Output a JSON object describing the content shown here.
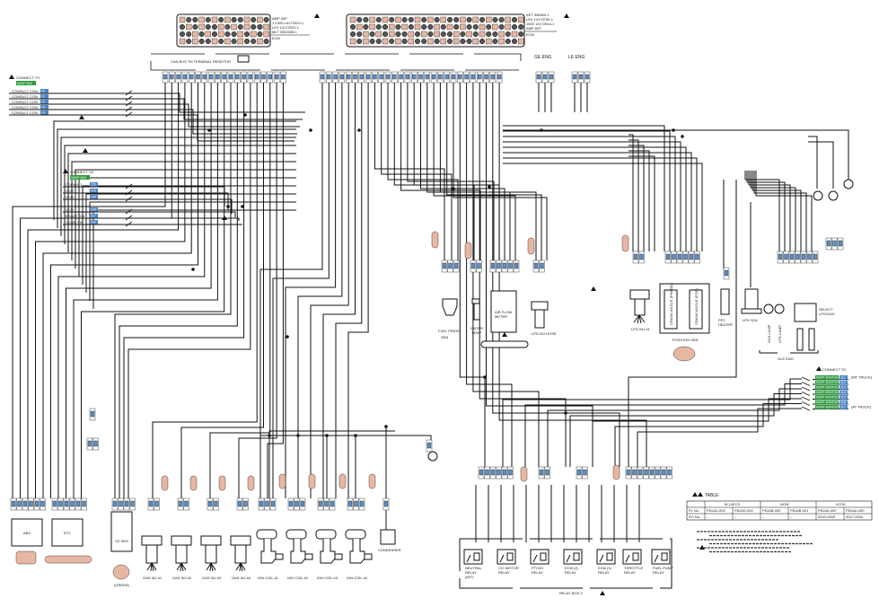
{
  "connectors_top": {
    "left_ecm": {
      "lines": [
        "AMP 40P",
        "1-1000-14172022-1",
        "LEV 14172022-1",
        "MLT 3302308-1"
      ],
      "label": "ECM"
    },
    "right_ecm": {
      "lines": [
        "KET 336800-1",
        "LEV 14170755-1",
        "1600 14172844-1",
        "AMP 81P"
      ],
      "label": "ECM"
    },
    "harness_label": "CAN BUS TM TERMINAL RESISTOR",
    "ge_eng": "GE ENG",
    "le_eng": "LE ENG"
  },
  "left_groups": [
    {
      "connect_to": "CONNECT TO",
      "badge": "M30P-B30",
      "items": [
        {
          "label": "CONSULT CON",
          "pin": "10"
        },
        {
          "label": "CONSULT CON",
          "pin": "11"
        },
        {
          "label": "CONSULT CON",
          "pin": "12"
        },
        {
          "label": "CONSULT CON",
          "pin": "13"
        },
        {
          "label": "CONSULT CON",
          "pin": "14"
        }
      ]
    },
    {
      "connect_to": "CONNECT TO",
      "badge": "M30P-B30",
      "items": [
        {
          "label": "CDOW/41",
          "pin": "120"
        },
        {
          "label": "VCM",
          "pin": "118"
        },
        {
          "label": "VCM",
          "pin": "150"
        },
        {
          "label": "VCM",
          "pin": "124"
        },
        {
          "label": "BRAKE SW",
          "pin": "117"
        },
        {
          "label": "COMB SW",
          "pin": "141"
        }
      ]
    }
  ],
  "right_group": {
    "header": "CONNECT TO",
    "items": [
      {
        "badge": "M30P-B30/F30",
        "pin": "111",
        "note": "(MT TRUCK)"
      },
      {
        "badge": "M30P-B30/F30",
        "pin": "112",
        "note": ""
      },
      {
        "badge": "M30P-B30/F30",
        "pin": "113",
        "note": ""
      },
      {
        "badge": "M30P-B30/F30",
        "pin": "114",
        "note": ""
      },
      {
        "badge": "M30P-B30/F30",
        "pin": "115",
        "note": ""
      },
      {
        "badge": "M30P-B30/F30",
        "pin": "116",
        "note": ""
      },
      {
        "badge": "M30P-B30/F30",
        "pin": "117",
        "note": "(AT TRUCK)"
      }
    ]
  },
  "sensors": {
    "fuel_press": [
      "FUEL PRESS",
      "SEN"
    ],
    "water_temp": [
      "WATER",
      "TEMP"
    ],
    "air_flow": [
      "AIR FLOW",
      "METER"
    ],
    "lpg_inj_hose": "LPG INJ HOSE",
    "lpg_inj": "LPG INJ #1",
    "crank_angle_1": "CRANK ANGLE (PHASE)",
    "crank_angle_2": "CRANK ANGLE (POS)",
    "position_sen": "POSITION SEN",
    "pfc_heater": [
      "PFC",
      "HEATER"
    ],
    "lpg_sol": "LPG SOL",
    "gas_lamp": "GAS LAMP",
    "lpg_lamp": "LPG LAMP",
    "select_lpg_gas": [
      "SELECT",
      "LPG/GAS"
    ],
    "gle_eng": "GLE ENG"
  },
  "bottom": {
    "abs": "ABS",
    "etc": "ETC",
    "o2_sen": "O2 SEN",
    "o2_conn": "(GREEN)",
    "injectors": [
      "GAS INJ #1",
      "GAS INJ #2",
      "GAS INJ #3",
      "GAS INJ #4"
    ],
    "coils": [
      "IGN COIL #1",
      "IGN COIL #2",
      "IGN COIL #3",
      "IGN COIL #4"
    ],
    "condenser": "CONDENSER"
  },
  "relays": {
    "items": [
      [
        "NEUTRAL",
        "RELAY",
        "(M/T)"
      ],
      [
        "CIC MOTOR",
        "RELAY"
      ],
      [
        "PTC/IH",
        "RELAY"
      ],
      [
        "ECM (2)",
        "RELAY"
      ],
      [
        "ECM (1)",
        "RELAY"
      ],
      [
        "THROTTLE",
        "RELAY"
      ],
      [
        "FUEL PUMP",
        "RELAY"
      ]
    ],
    "box_label": "RELAY BOX 2"
  },
  "table": {
    "title": "TABLE",
    "groups": [
      "M-14ECS",
      "NOW",
      "KOTA"
    ],
    "rows": [
      [
        "PL No.",
        "P81AD-000",
        "P81AD-000",
        "P81AB-000",
        "P81AB-001",
        "P81AA-000",
        "P81AA-000"
      ],
      [
        "EO No.",
        "–",
        "–",
        "–",
        "–",
        "0020-0000",
        "0017-0000"
      ]
    ]
  },
  "notes_count": 6,
  "colors": {
    "connector_pin": "#5b8fc9",
    "connector_body": "#e7b7a3",
    "badge_green": "#2e9a3e",
    "wire": "#111111"
  }
}
